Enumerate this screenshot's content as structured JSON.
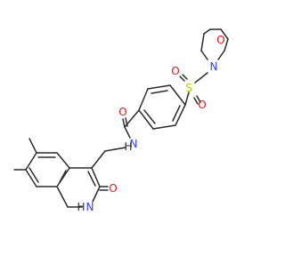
{
  "colors": {
    "bond": "#2b2b2b",
    "oxygen": "#ff0d0d",
    "nitrogen": "#2a3dff",
    "sulfur": "#c8c800"
  },
  "atoms": {
    "morpholine_O": "O",
    "morpholine_N": "N",
    "sulfonyl_S": "S",
    "sulfonyl_O_top": "O",
    "sulfonyl_O_bottom": "O",
    "amide_O": "O",
    "amide_N": "N",
    "amide_H": "H",
    "quinolinone_O": "O",
    "quinolinone_NH": "H",
    "quinolinone_N": "N"
  }
}
